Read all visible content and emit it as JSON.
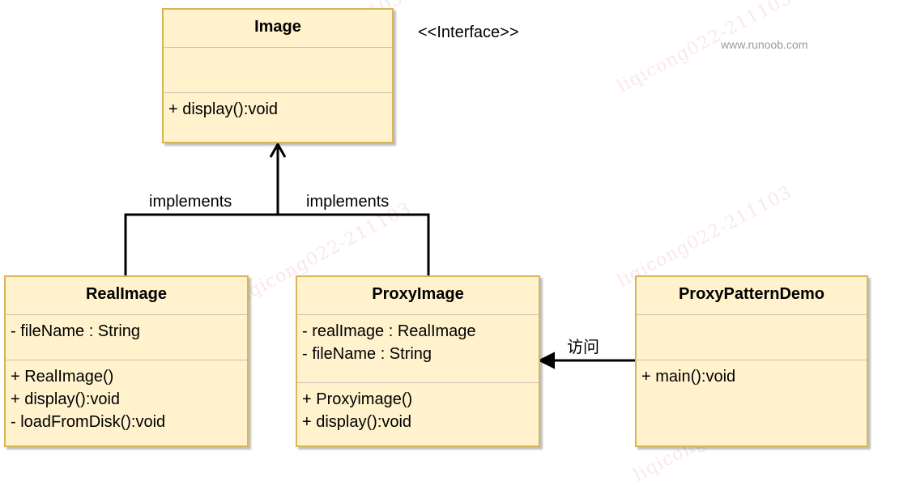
{
  "diagram": {
    "site": "www.runoob.com",
    "stereotype": "<<Interface>>",
    "watermark": "liqicong022-211103",
    "classes": {
      "image": {
        "name": "Image",
        "attributes": [],
        "operations": [
          "+ display():void"
        ]
      },
      "real_image": {
        "name": "RealImage",
        "attributes": [
          "- fileName : String"
        ],
        "operations": [
          "+ RealImage()",
          "+ display():void",
          "- loadFromDisk():void"
        ]
      },
      "proxy_image": {
        "name": "ProxyImage",
        "attributes": [
          "- realImage : RealImage",
          "- fileName : String"
        ],
        "operations": [
          "+ Proxyimage()",
          "+ display():void"
        ]
      },
      "demo": {
        "name": "ProxyPatternDemo",
        "attributes": [],
        "operations": [
          "+ main():void"
        ]
      }
    },
    "edges": {
      "implements_left": "implements",
      "implements_right": "implements",
      "access": "访问"
    },
    "colors": {
      "box_fill": "#fff2cc",
      "box_border": "#d6b656",
      "watermark": "#eb7878"
    }
  }
}
